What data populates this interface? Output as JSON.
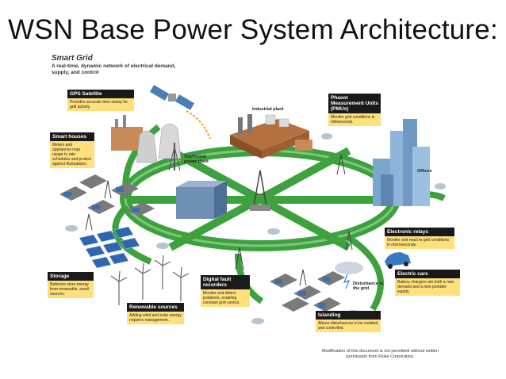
{
  "slide": {
    "title": "WSN Base Power System Architecture:"
  },
  "diagram": {
    "title": "Smart Grid",
    "subtitle": "A real-time, dynamic network of electrical demand, supply, and control",
    "callouts": {
      "gps": {
        "title": "GPS Satellite",
        "text": "Provides accurate time stamp for grid activity."
      },
      "houses": {
        "title": "Smart houses",
        "text": "Meters and appliances map usage to rate schedules and protect against fluctuations."
      },
      "pmu": {
        "title": "Phasor Measurement Units (PMUs)",
        "text": "Monitor grid conditions in milliseconds."
      },
      "relays": {
        "title": "Electronic relays",
        "text": "Monitor and react to grid conditions in microseconds."
      },
      "cars": {
        "title": "Electric cars",
        "text": "Battery chargers are both a new demand and a new portable supply."
      },
      "storage": {
        "title": "Storage",
        "text": "Batteries store energy from renewable, small sources."
      },
      "dfr": {
        "title": "Digital fault recorders",
        "text": "Monitor and detect problems, enabling constant grid control."
      },
      "renewable": {
        "title": "Renewable sources",
        "text": "Adding wind and solar energy requires management."
      },
      "islanding": {
        "title": "Islanding",
        "text": "Allows disturbances to be isolated and controlled."
      }
    },
    "labels": {
      "industrial": "Industrial plant",
      "traditional": "Traditional power plant",
      "offices": "Offices",
      "disturbance": "Disturbance in the grid"
    },
    "footer": "Modification of this document is not permitted without written permission from Fluke Corporation."
  },
  "colors": {
    "grid_green": "#3da13d",
    "callout_yellow": "#ffe07a",
    "header_black": "#1a1a1a"
  }
}
